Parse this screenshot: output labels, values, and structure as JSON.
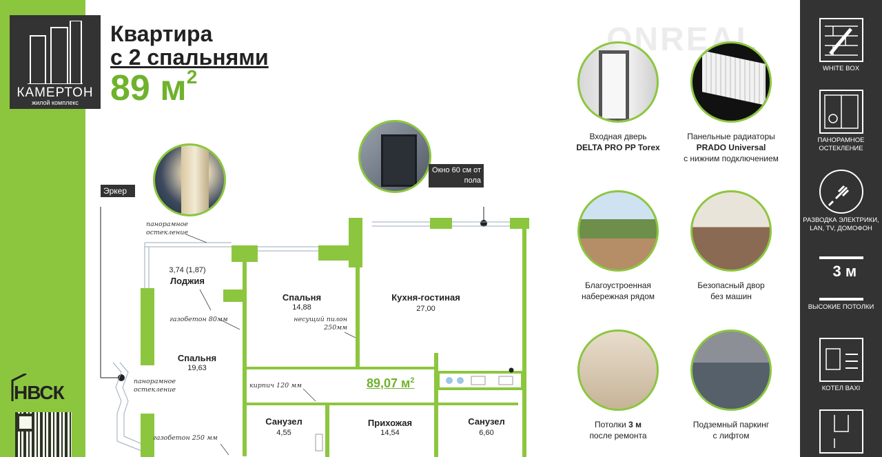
{
  "brand": {
    "name": "КАМЕРТОН",
    "subtitle": "жилой комплекс",
    "developer": "НВСК"
  },
  "headline": {
    "line1": "Квартира",
    "line2": "с 2 спальнями",
    "area": "89 м",
    "area_sup": "2"
  },
  "watermark": "ONREAL",
  "plan": {
    "erker": "Эркер",
    "window": "Окно 60 см от пола",
    "total": "89,07 м",
    "total_sup": "2",
    "rooms": [
      {
        "name": "Лоджия",
        "area": "3,74 (1,87)"
      },
      {
        "name": "Спальня",
        "area": "14,88"
      },
      {
        "name": "Кухня-гостиная",
        "area": "27,00"
      },
      {
        "name": "Спальня",
        "area": "19,63"
      },
      {
        "name": "Санузел",
        "area": "4,55"
      },
      {
        "name": "Прихожая",
        "area": "14,54"
      },
      {
        "name": "Санузел",
        "area": "6,60"
      }
    ],
    "notes": {
      "glazing_top": "панорамное остекление",
      "gas80": "газобетон 80мм",
      "pylon": "несущий пилон 250мм",
      "glazing_side": "панорамное остекление",
      "brick": "кирпич 120 мм",
      "gas250": "газобетон 250 мм"
    }
  },
  "features": [
    {
      "line1": "Входная дверь",
      "bold": "DELTA PRO PP Torex",
      "line3": ""
    },
    {
      "line1": "Панельные  радиаторы",
      "bold": "PRADO Universal",
      "line3": "с нижним подключением"
    },
    {
      "line1": "Благоустроенная",
      "bold": "",
      "line3": "набережная рядом"
    },
    {
      "line1": "Безопасный двор",
      "bold": "",
      "line3": "без машин"
    },
    {
      "line1": "Потолки ",
      "bold": "3 м",
      "line3": "после ремонта"
    },
    {
      "line1": "Подземный паркинг",
      "bold": "",
      "line3": "с лифтом"
    }
  ],
  "sidebar": [
    {
      "icon": "white-box-icon",
      "label": "WHITE BOX"
    },
    {
      "icon": "panoramic-window-icon",
      "label": "ПАНОРАМНОЕ ОСТЕКЛЕНИЕ"
    },
    {
      "icon": "electric-plug-icon",
      "label": "РАЗВОДКА ЭЛЕКТРИКИ, LAN, TV, ДОМОФОН"
    },
    {
      "icon": "ceiling-height-icon",
      "label": "ВЫСОКИЕ ПОТОЛКИ",
      "value": "3 м"
    },
    {
      "icon": "boiler-icon",
      "label": "КОТЕЛ BAXI"
    },
    {
      "icon": "floor-plan-icon",
      "label": ""
    }
  ],
  "colors": {
    "accent": "#8cc63f",
    "dark": "#333333",
    "area_green": "#6fb22c"
  }
}
